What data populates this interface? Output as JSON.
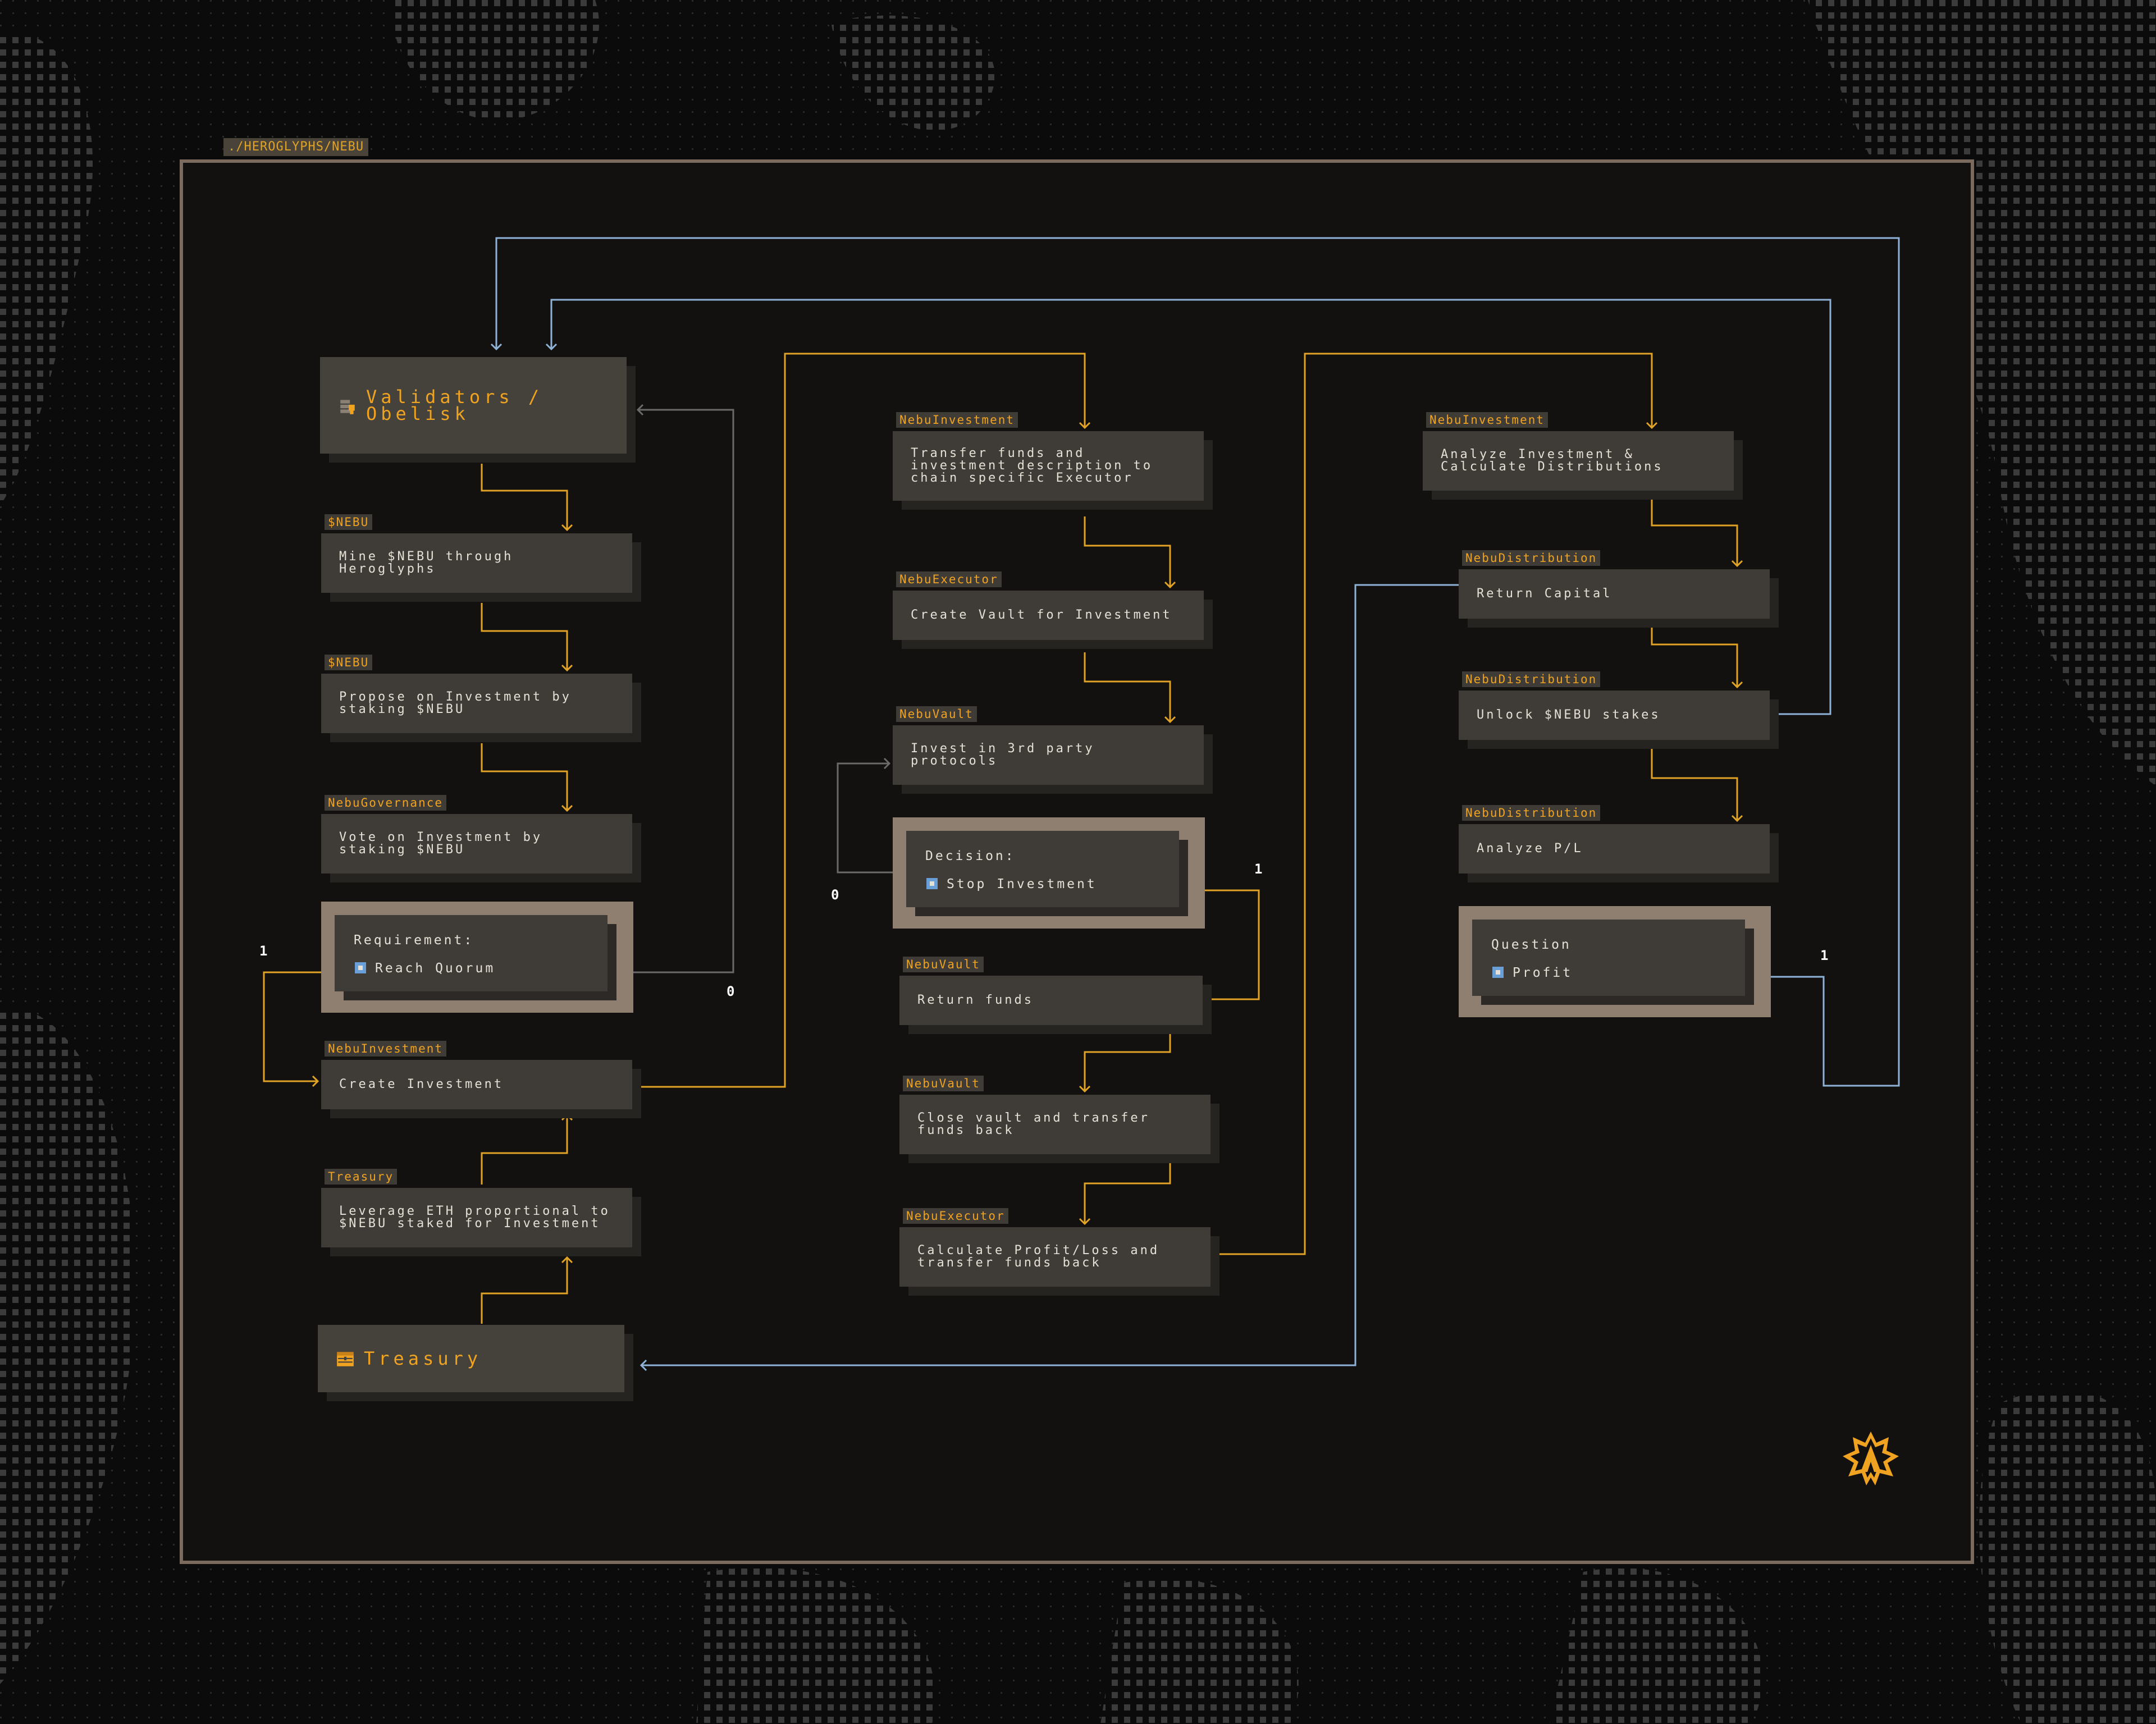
{
  "path_label": "./HEROGLYPHS/NEBU",
  "colors": {
    "accent": "#f0a321",
    "wire_orange": "#e0a326",
    "wire_blue": "#8fb3d6",
    "node_bg": "#3f3b36",
    "frame_border": "#7a6b5e",
    "canvas_bg": "#121110"
  },
  "validators": {
    "title": "Validators /\nObelisk",
    "icon": "validators-coins-icon"
  },
  "treasury_main": {
    "title": "Treasury",
    "icon": "treasury-chest-icon"
  },
  "col1": [
    {
      "tag": "$NEBU",
      "text": "Mine $NEBU through\nHeroglyphs"
    },
    {
      "tag": "$NEBU",
      "text": "Propose on Investment by\nstaking $NEBU"
    },
    {
      "tag": "NebuGovernance",
      "text": "Vote on Investment by\nstaking $NEBU"
    },
    {
      "tag": "NebuInvestment",
      "text": "Create Investment"
    },
    {
      "tag": "Treasury",
      "text": "Leverage ETH proportional to\n$NEBU staked for Investment"
    }
  ],
  "requirement": {
    "title": "Requirement:",
    "item": "Reach Quorum",
    "branch_true": "1",
    "branch_false": "0"
  },
  "col2": [
    {
      "tag": "NebuInvestment",
      "text": "Transfer funds and\ninvestment description to\nchain specific Executor"
    },
    {
      "tag": "NebuExecutor",
      "text": "Create Vault for Investment"
    },
    {
      "tag": "NebuVault",
      "text": "Invest in 3rd party\nprotocols"
    },
    {
      "tag": "NebuVault",
      "text": "Return funds"
    },
    {
      "tag": "NebuVault",
      "text": "Close vault and transfer\nfunds back"
    },
    {
      "tag": "NebuExecutor",
      "text": "Calculate Profit/Loss and\ntransfer funds back"
    }
  ],
  "decision": {
    "title": "Decision:",
    "item": "Stop Investment",
    "branch_true": "1",
    "branch_false": "0"
  },
  "col3": [
    {
      "tag": "NebuInvestment",
      "text": "Analyze Investment &\nCalculate Distributions"
    },
    {
      "tag": "NebuDistribution",
      "text": "Return Capital"
    },
    {
      "tag": "NebuDistribution",
      "text": "Unlock $NEBU stakes"
    },
    {
      "tag": "NebuDistribution",
      "text": "Analyze P/L"
    }
  ],
  "question": {
    "title": "Question",
    "item": "Profit",
    "branch_true": "1"
  },
  "logo_icon": "nebu-logo-icon"
}
